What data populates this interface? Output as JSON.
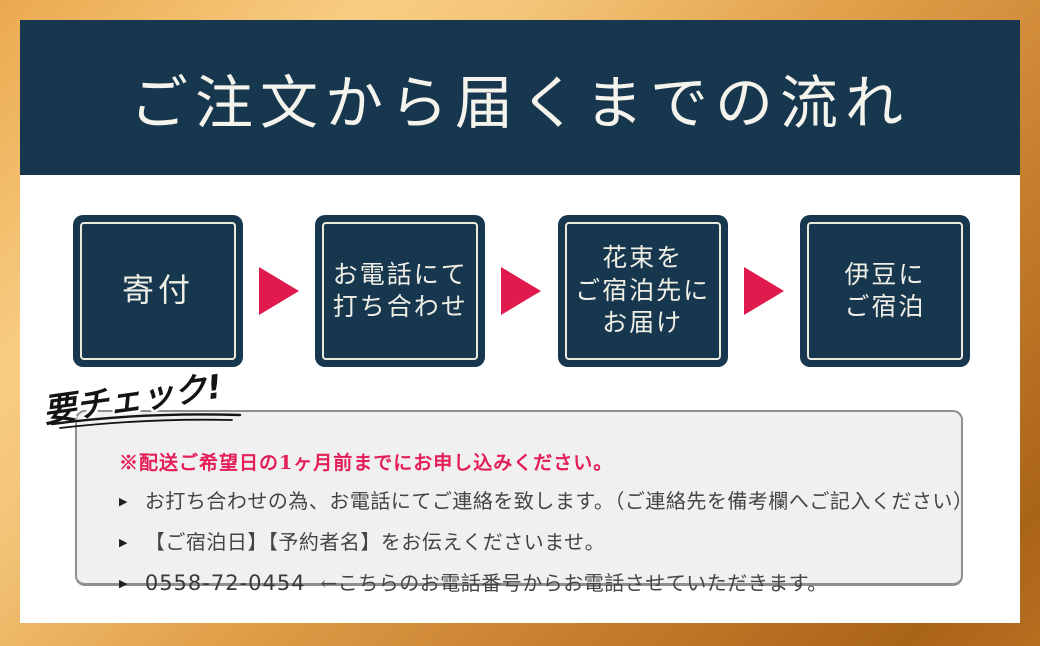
{
  "header": {
    "title": "ご注文から届くまでの流れ",
    "bg_color": "#17374f",
    "text_color": "#f4f3ec"
  },
  "flow": {
    "box_bg_color": "#17374f",
    "box_border_color": "#ece9dd",
    "arrow_color": "#e01a4c",
    "steps": [
      {
        "name": "donation",
        "lines": [
          "寄付"
        ]
      },
      {
        "name": "phone-meeting",
        "lines": [
          "お電話にて",
          "打ち合わせ"
        ]
      },
      {
        "name": "bouquet-delivery",
        "lines": [
          "花束を",
          "ご宿泊先に",
          "お届け"
        ]
      },
      {
        "name": "stay-izu",
        "lines": [
          "伊豆に",
          "ご宿泊"
        ]
      }
    ]
  },
  "callout": {
    "label": "要チェック!"
  },
  "notes": {
    "warning": "※配送ご希望日の1ヶ月前までにお申し込みください。",
    "warning_color": "#e41e56",
    "bullet_glyph": "▶",
    "items": [
      "お打ち合わせの為、お電話にてご連絡を致します。（ご連絡先を備考欄へご記入ください）",
      "【ご宿泊日】【予約者名】をお伝えくださいませ。"
    ],
    "phone_number": "0558-72-0454",
    "phone_note": "←こちらのお電話番号からお電話させていただきます。"
  },
  "frame": {
    "gold_light": "#f8cd83",
    "gold_mid": "#e2a14b",
    "gold_dark": "#aa6418"
  }
}
